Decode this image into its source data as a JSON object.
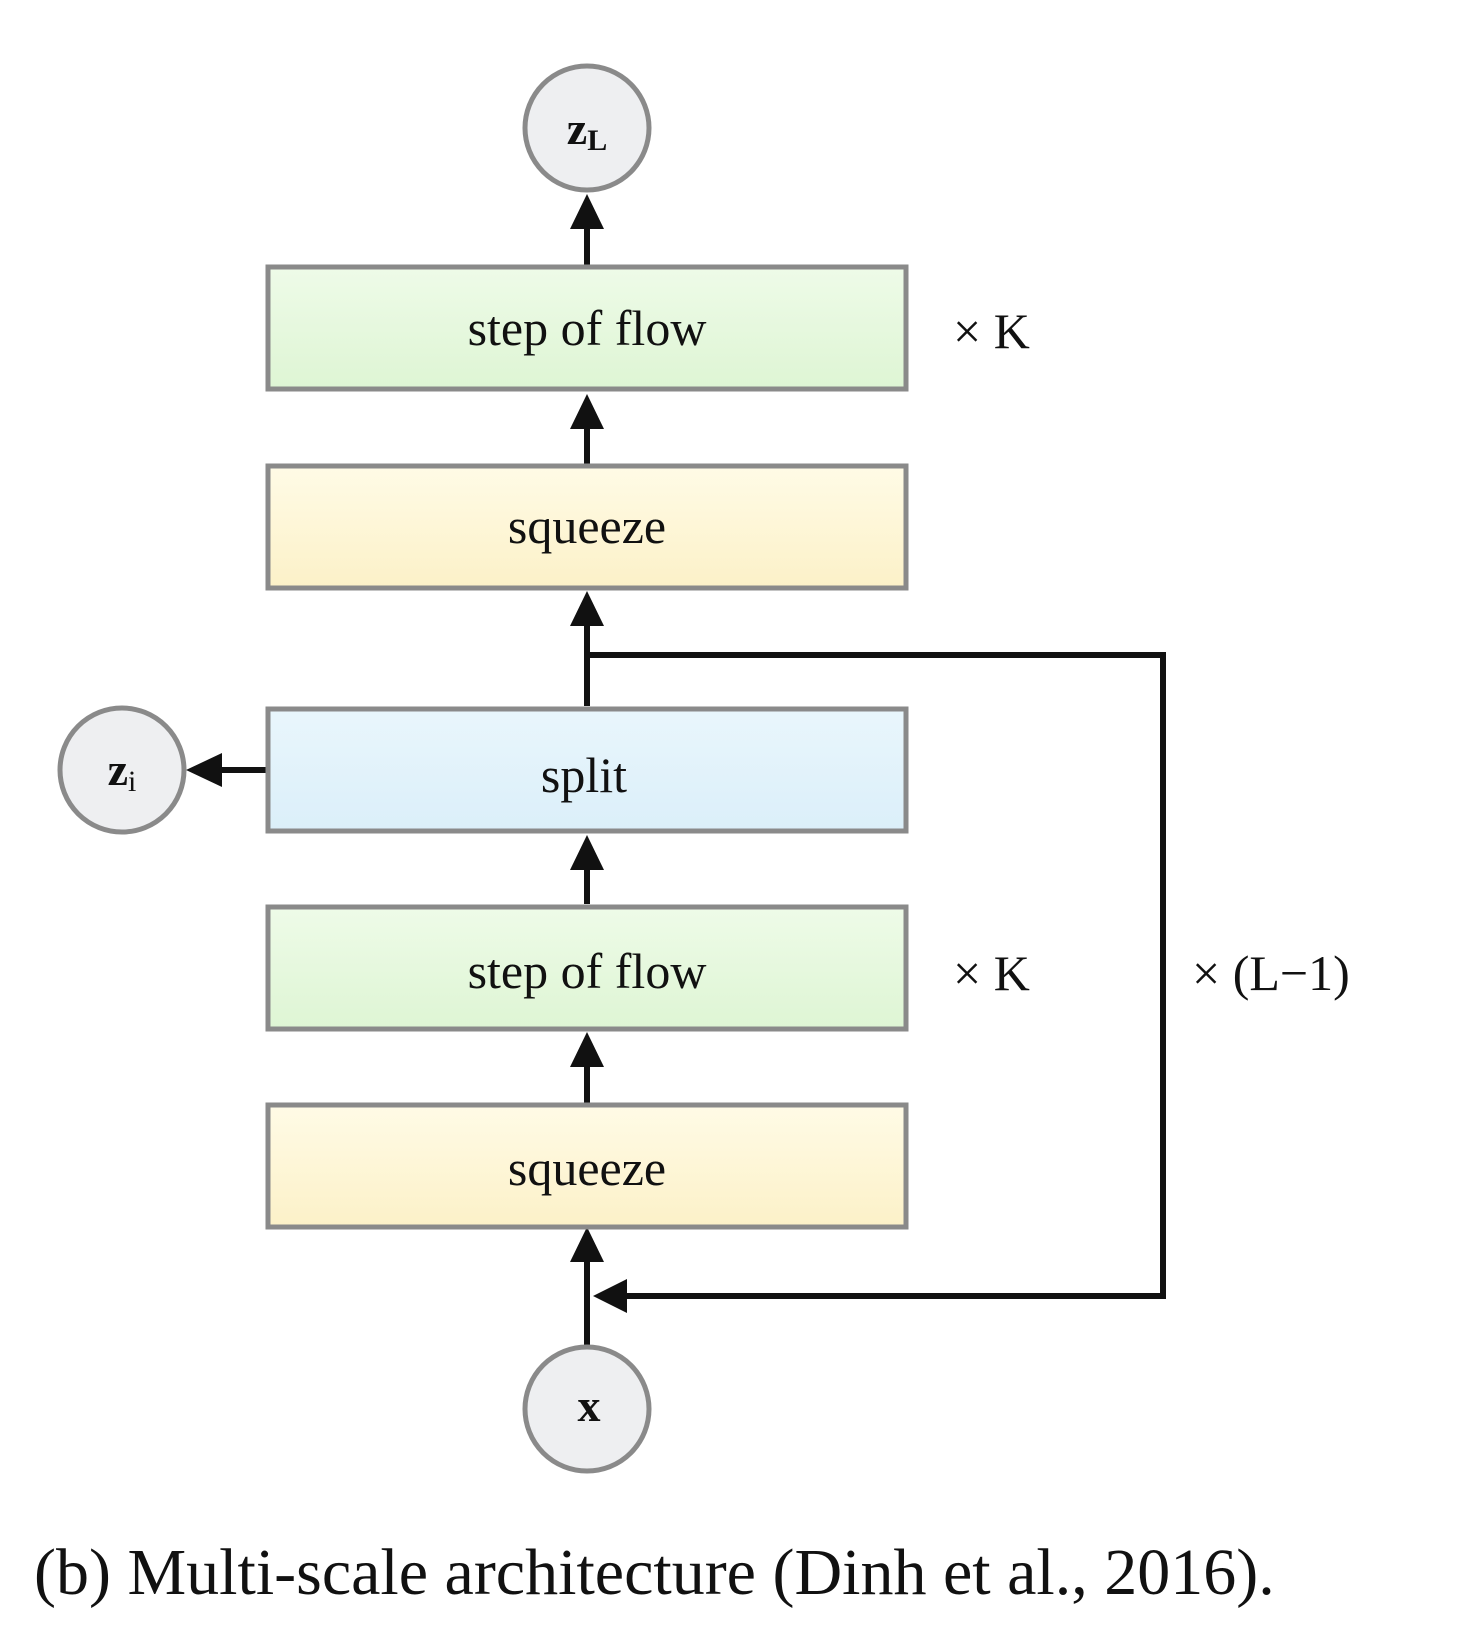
{
  "nodes": {
    "top": {
      "main": "z",
      "sub": "L"
    },
    "side": {
      "main": "z",
      "sub": "i"
    },
    "bottom": {
      "main": "x"
    }
  },
  "blocks": {
    "top_flow": "step of flow",
    "top_squeeze": "squeeze",
    "split": "split",
    "bottom_flow": "step of flow",
    "bottom_squeeze": "squeeze"
  },
  "repeat_labels": {
    "top_flow": "× K",
    "bottom_flow": "× K",
    "loop": "× (L−1)"
  },
  "caption": "(b) Multi-scale architecture (Dinh et al., 2016).",
  "colors": {
    "flow_fill": "#e6f7de",
    "squeeze_fill": "#fdf5d8",
    "split_fill": "#e2f2fa",
    "node_fill": "#eeeff1",
    "box_stroke": "#8a8a8a",
    "arrow": "#111111"
  }
}
